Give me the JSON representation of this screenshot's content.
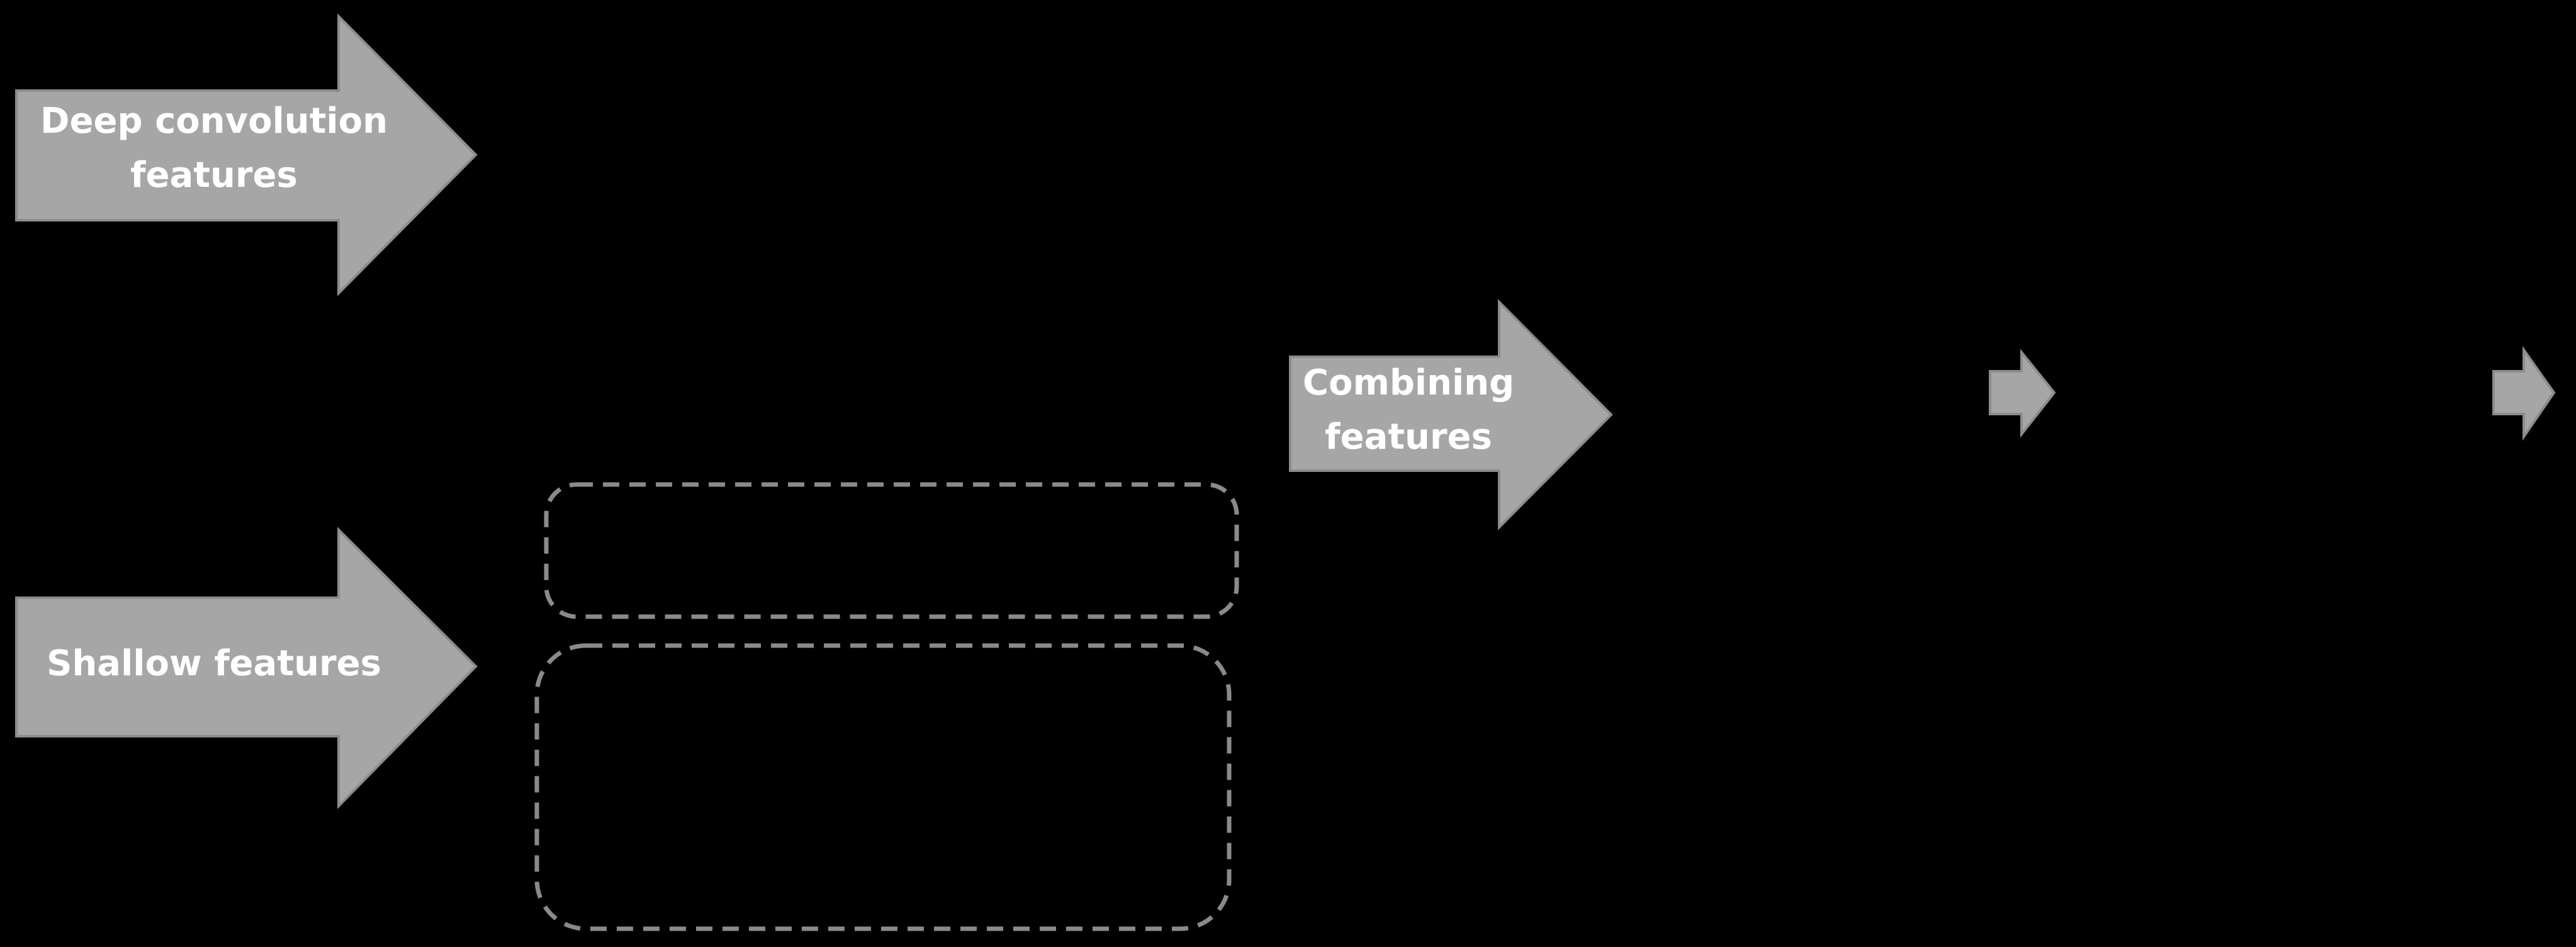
{
  "colors": {
    "background": "#000000",
    "arrow_fill": "#a6a6a6",
    "arrow_stroke": "#8c8c8c",
    "label_text": "#ffffff",
    "dashed_border": "#8a8a8a",
    "outer_border": "#000000"
  },
  "arrows": {
    "deep": {
      "line1": "Deep convolution",
      "line2": "features"
    },
    "shallow": {
      "label": "Shallow features"
    },
    "combining": {
      "line1": "Combining",
      "line2": "features"
    }
  },
  "small_arrows": [
    {
      "icon": "right-arrow-icon"
    },
    {
      "icon": "right-arrow-icon"
    }
  ],
  "dashed_boxes": [
    {
      "name": "upper-dashed-region"
    },
    {
      "name": "lower-dashed-region"
    }
  ]
}
